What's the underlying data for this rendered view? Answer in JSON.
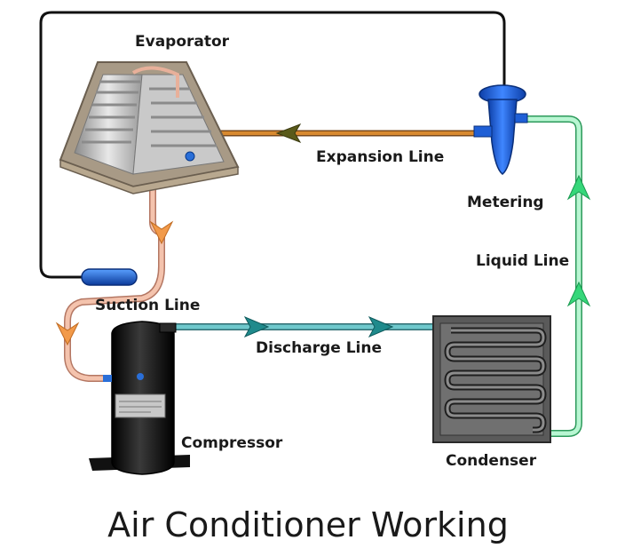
{
  "title": "Air Conditioner Working",
  "components": {
    "evaporator": "Evaporator",
    "metering": "Metering",
    "condenser": "Condenser",
    "compressor": "Compressor"
  },
  "lines": {
    "expansion": "Expansion Line",
    "suction": "Suction Line",
    "discharge": "Discharge Line",
    "liquid": "Liquid Line"
  },
  "colors": {
    "expansion_pipe": "#c9772c",
    "suction_pipe": "#f2b8a0",
    "discharge_pipe": "#4aa8b0",
    "liquid_pipe": "#9ff0c0",
    "liquid_arrow": "#3bd37a",
    "metering_valve": "#1f5fd6",
    "compressor_body": "#111111",
    "condenser_body": "#555555"
  }
}
